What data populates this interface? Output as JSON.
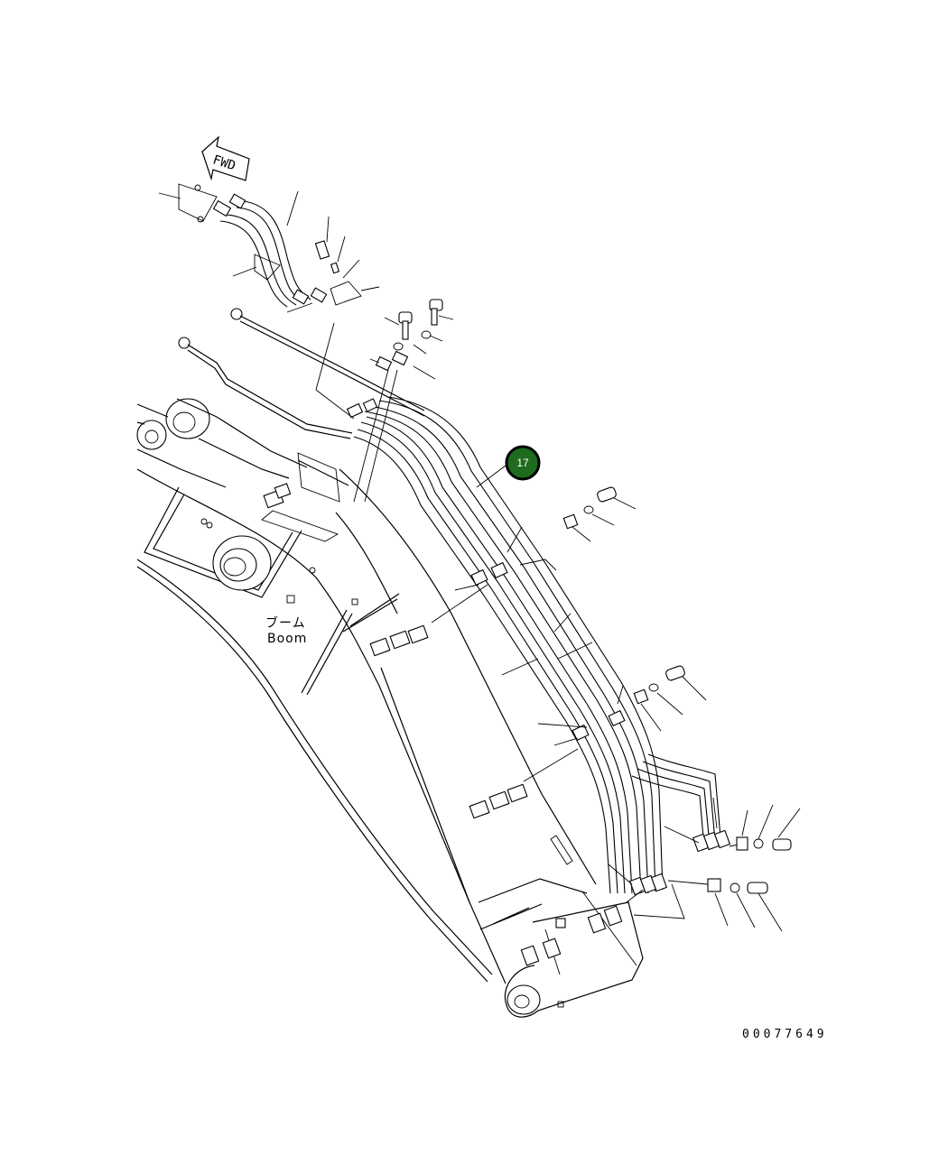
{
  "diagram": {
    "fwd_label": "FWD",
    "boom_label_jp": "ブーム",
    "boom_label_en": "Boom",
    "drawing_number": "00077649",
    "callout": {
      "number": "17",
      "color": "#1e6b1e",
      "ring_color": "#000000"
    }
  }
}
